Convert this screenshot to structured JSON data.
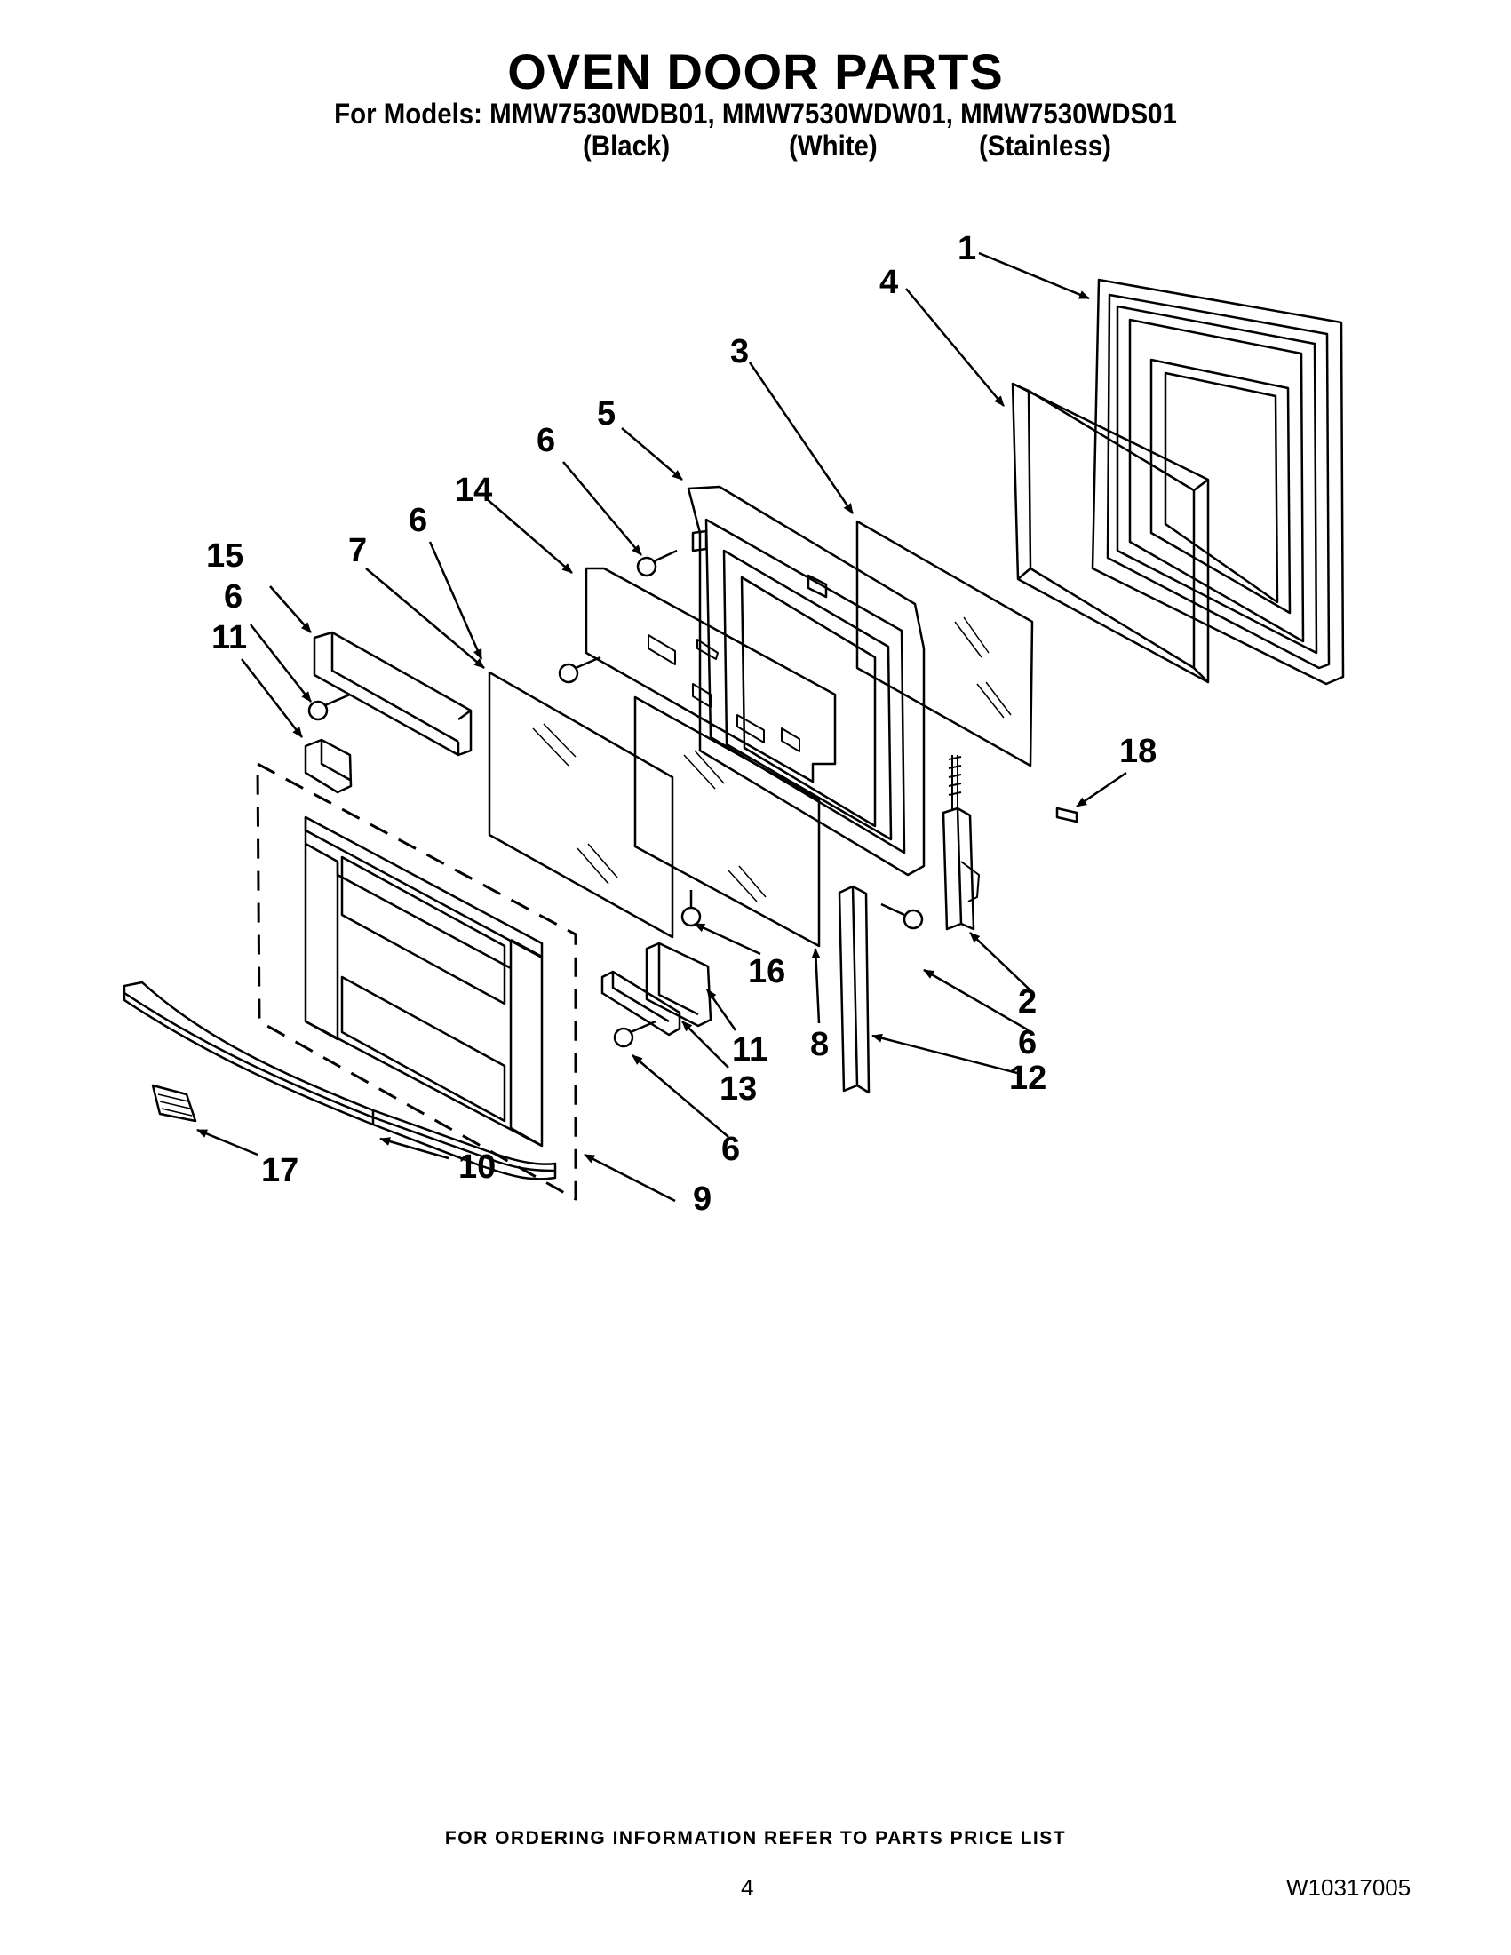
{
  "header": {
    "title": "OVEN DOOR PARTS",
    "models_line": "For Models: MMW7530WDB01, MMW7530WDW01, MMW7530WDS01",
    "variants": [
      "(Black)",
      "(White)",
      "(Stainless)"
    ]
  },
  "callouts": {
    "c1": "1",
    "c2": "2",
    "c3": "3",
    "c4": "4",
    "c5": "5",
    "c6a": "6",
    "c6b": "6",
    "c6c": "6",
    "c6d": "6",
    "c6e": "6",
    "c7": "7",
    "c8": "8",
    "c9": "9",
    "c10": "10",
    "c11a": "11",
    "c11b": "11",
    "c12": "12",
    "c13": "13",
    "c14": "14",
    "c15": "15",
    "c16": "16",
    "c17": "17",
    "c18": "18"
  },
  "footer": {
    "ordering_note": "FOR ORDERING INFORMATION REFER TO PARTS PRICE LIST",
    "page_number": "4",
    "document_number": "W10317005"
  }
}
